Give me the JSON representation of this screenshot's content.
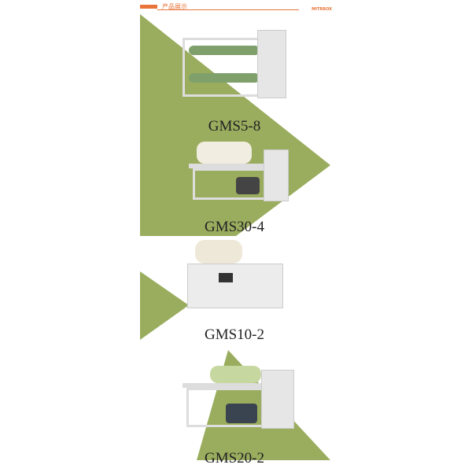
{
  "header": {
    "title": "产品展示",
    "logo": "MITRBOX"
  },
  "colors": {
    "accent": "#e8743a",
    "green": "#9aad5e"
  },
  "products": [
    {
      "model": "GMS5-8"
    },
    {
      "model": "GMS30-4"
    },
    {
      "model": "GMS10-2"
    },
    {
      "model": "GMS20-2"
    }
  ]
}
